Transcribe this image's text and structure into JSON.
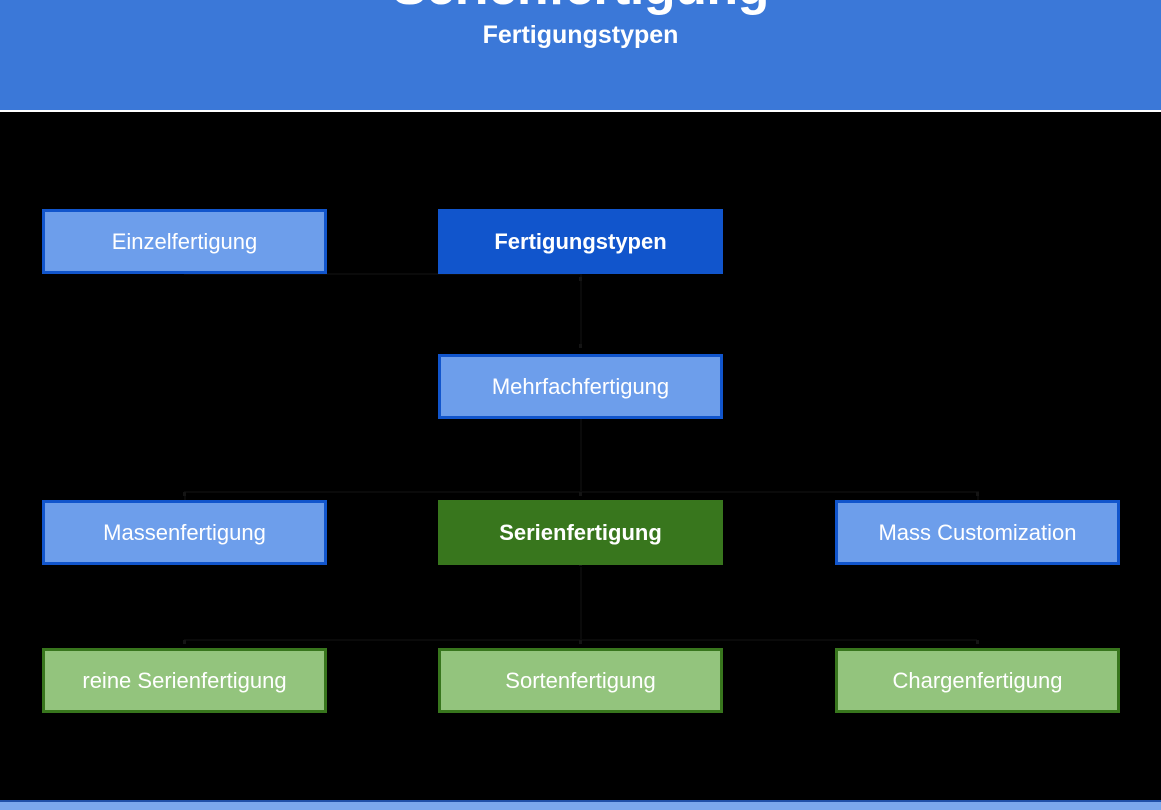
{
  "header": {
    "title": "Serienfertigung",
    "subtitle": "Fertigungstypen",
    "background_color": "#3b78d8",
    "text_color": "#ffffff"
  },
  "footer": {
    "strip_color": "#7ba7ec",
    "strip_border_color": "#1f4fa8"
  },
  "canvas": {
    "background_color": "#000000"
  },
  "palette": {
    "blue_light_fill": "#6d9eeb",
    "blue_solid_fill": "#1155cc",
    "blue_border": "#1155cc",
    "green_solid_fill": "#38761d",
    "green_light_fill": "#93c47d",
    "green_border": "#38761d",
    "node_text": "#ffffff"
  },
  "diagram": {
    "type": "hierarchy",
    "nodes": [
      {
        "id": "einzelfertigung",
        "label": "Einzelfertigung",
        "style": "blue-light",
        "row": 1,
        "column": "left"
      },
      {
        "id": "fertigungstypen",
        "label": "Fertigungstypen",
        "style": "blue-solid",
        "row": 1,
        "column": "center"
      },
      {
        "id": "mehrfachfertigung",
        "label": "Mehrfachfertigung",
        "style": "blue-light",
        "row": 2,
        "column": "center"
      },
      {
        "id": "massenfertigung",
        "label": "Massenfertigung",
        "style": "blue-light",
        "row": 3,
        "column": "left"
      },
      {
        "id": "serienfertigung",
        "label": "Serienfertigung",
        "style": "green-solid",
        "row": 3,
        "column": "center"
      },
      {
        "id": "mass-customization",
        "label": "Mass Customization",
        "style": "blue-light",
        "row": 3,
        "column": "right"
      },
      {
        "id": "reine-serienfertigung",
        "label": "reine Serienfertigung",
        "style": "green-light",
        "row": 4,
        "column": "left"
      },
      {
        "id": "sortenfertigung",
        "label": "Sortenfertigung",
        "style": "green-light",
        "row": 4,
        "column": "center"
      },
      {
        "id": "chargenfertigung",
        "label": "Chargenfertigung",
        "style": "green-light",
        "row": 4,
        "column": "right"
      }
    ],
    "edges": [
      {
        "from": "fertigungstypen",
        "to": "einzelfertigung"
      },
      {
        "from": "fertigungstypen",
        "to": "mehrfachfertigung"
      },
      {
        "from": "mehrfachfertigung",
        "to": "massenfertigung"
      },
      {
        "from": "mehrfachfertigung",
        "to": "serienfertigung"
      },
      {
        "from": "mehrfachfertigung",
        "to": "mass-customization"
      },
      {
        "from": "serienfertigung",
        "to": "reine-serienfertigung"
      },
      {
        "from": "serienfertigung",
        "to": "sortenfertigung"
      },
      {
        "from": "serienfertigung",
        "to": "chargenfertigung"
      }
    ]
  }
}
